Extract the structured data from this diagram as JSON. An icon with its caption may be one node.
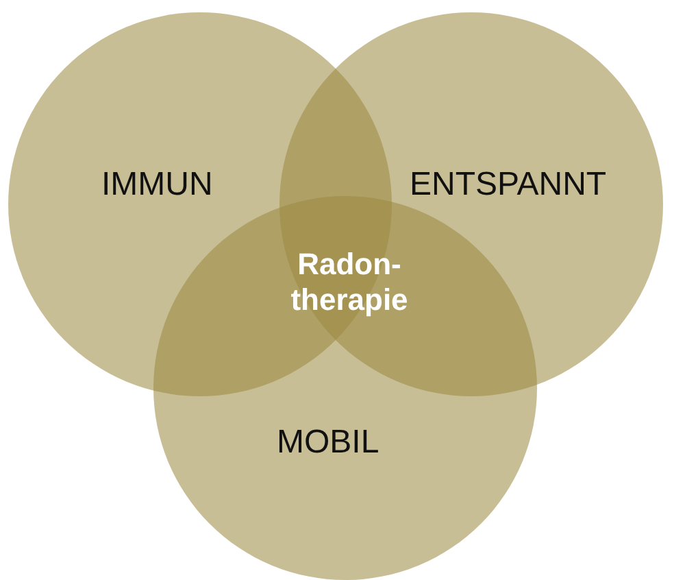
{
  "diagram": {
    "nodes": [
      {
        "text": [
          "IMMUN"
        ]
      },
      {
        "text": [
          "ENTSPANNT"
        ]
      },
      {
        "text": [
          "MOBIL"
        ]
      }
    ],
    "labels": [
      "Radon- therapie"
    ]
  }
}
